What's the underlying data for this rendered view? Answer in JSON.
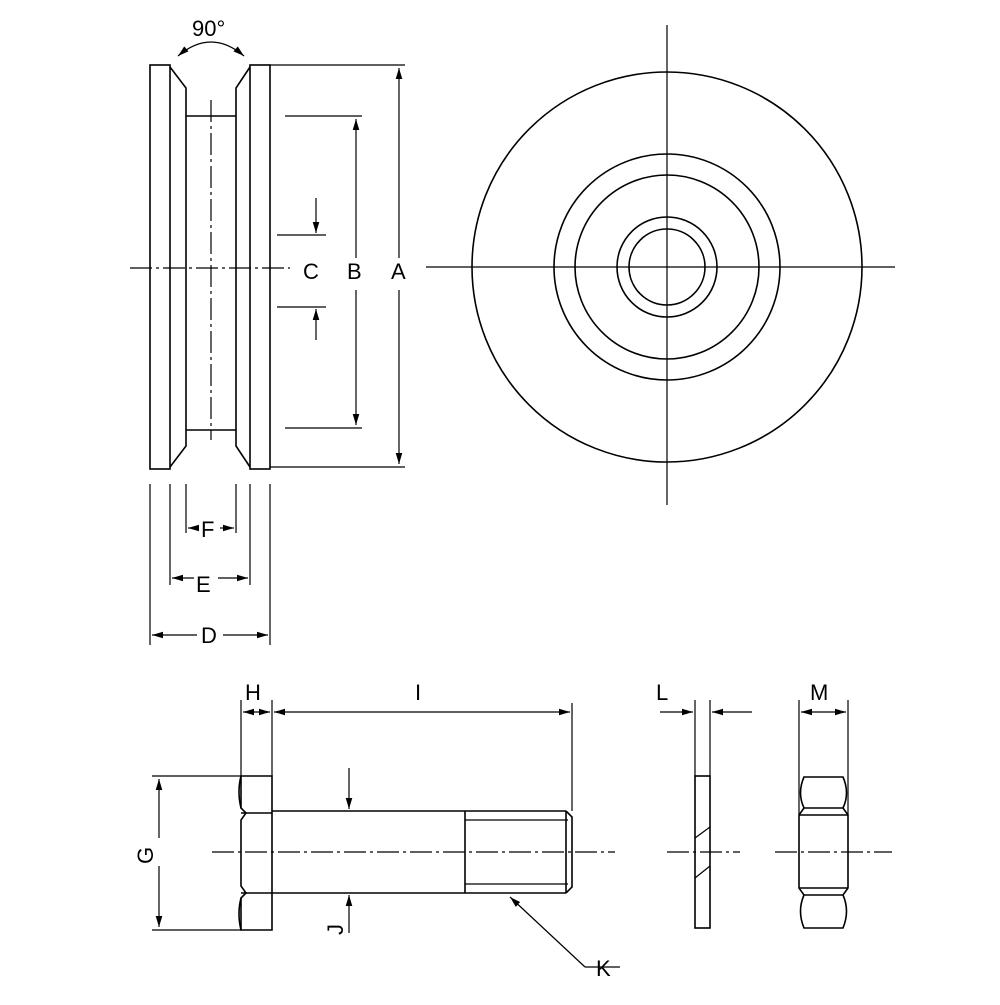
{
  "labels": {
    "angle": "90°",
    "A": "A",
    "B": "B",
    "C": "C",
    "D": "D",
    "E": "E",
    "F": "F",
    "G": "G",
    "H": "H",
    "I": "I",
    "J": "J",
    "K": "K",
    "L": "L",
    "M": "M"
  }
}
